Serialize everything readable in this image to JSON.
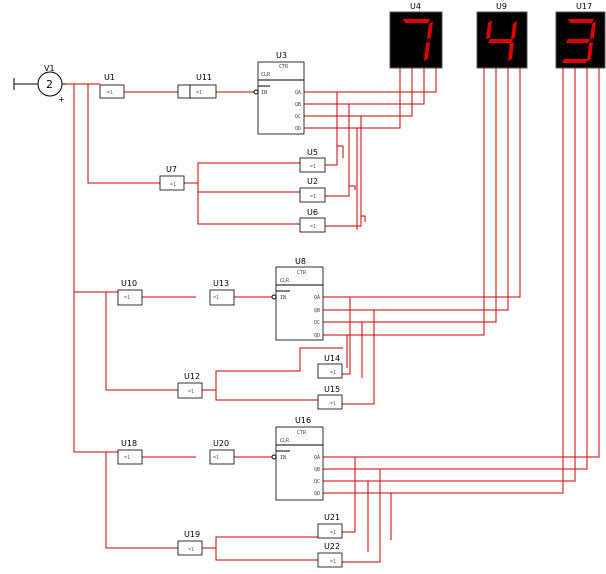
{
  "source": {
    "label": "V1",
    "glyph": "2",
    "polarity": "+"
  },
  "gates": {
    "U1": {
      "label": "U1",
      "text": "=1"
    },
    "U11": {
      "label": "U11",
      "text": "=1"
    },
    "U7": {
      "label": "U7",
      "text": "=1"
    },
    "U5": {
      "label": "U5",
      "text": "=1"
    },
    "U2": {
      "label": "U2",
      "text": "=1"
    },
    "U6": {
      "label": "U6",
      "text": "=1"
    },
    "U10": {
      "label": "U10",
      "text": "=1"
    },
    "U13": {
      "label": "U13",
      "text": "=1"
    },
    "U12": {
      "label": "U12",
      "text": "=1"
    },
    "U14": {
      "label": "U14",
      "text": "=1"
    },
    "U15": {
      "label": "U15",
      "text": "=1"
    },
    "U18": {
      "label": "U18",
      "text": "=1"
    },
    "U20": {
      "label": "U20",
      "text": "=1"
    },
    "U19": {
      "label": "U19",
      "text": "=1"
    },
    "U21": {
      "label": "U21",
      "text": "=1"
    },
    "U22": {
      "label": "U22",
      "text": "=1"
    }
  },
  "counters": {
    "U3": {
      "label": "U3",
      "ctr": "CTR",
      "clr": "CLR",
      "in": "IN",
      "qa": "QA",
      "qb": "QB",
      "qc": "QC",
      "qd": "QD"
    },
    "U8": {
      "label": "U8",
      "ctr": "CTR",
      "clr": "CLR",
      "in": "IN",
      "qa": "QA",
      "qb": "QB",
      "qc": "QC",
      "qd": "QD"
    },
    "U16": {
      "label": "U16",
      "ctr": "CTR",
      "clr": "CLR",
      "in": "IN",
      "qa": "QA",
      "qb": "QB",
      "qc": "QC",
      "qd": "QD"
    }
  },
  "displays": {
    "U4": {
      "label": "U4",
      "digit": "7"
    },
    "U9": {
      "label": "U9",
      "digit": "4"
    },
    "U17": {
      "label": "U17",
      "digit": "3"
    }
  },
  "colors": {
    "wire": "#cc0000",
    "segment": "#e00000",
    "display_bg": "#000000"
  }
}
